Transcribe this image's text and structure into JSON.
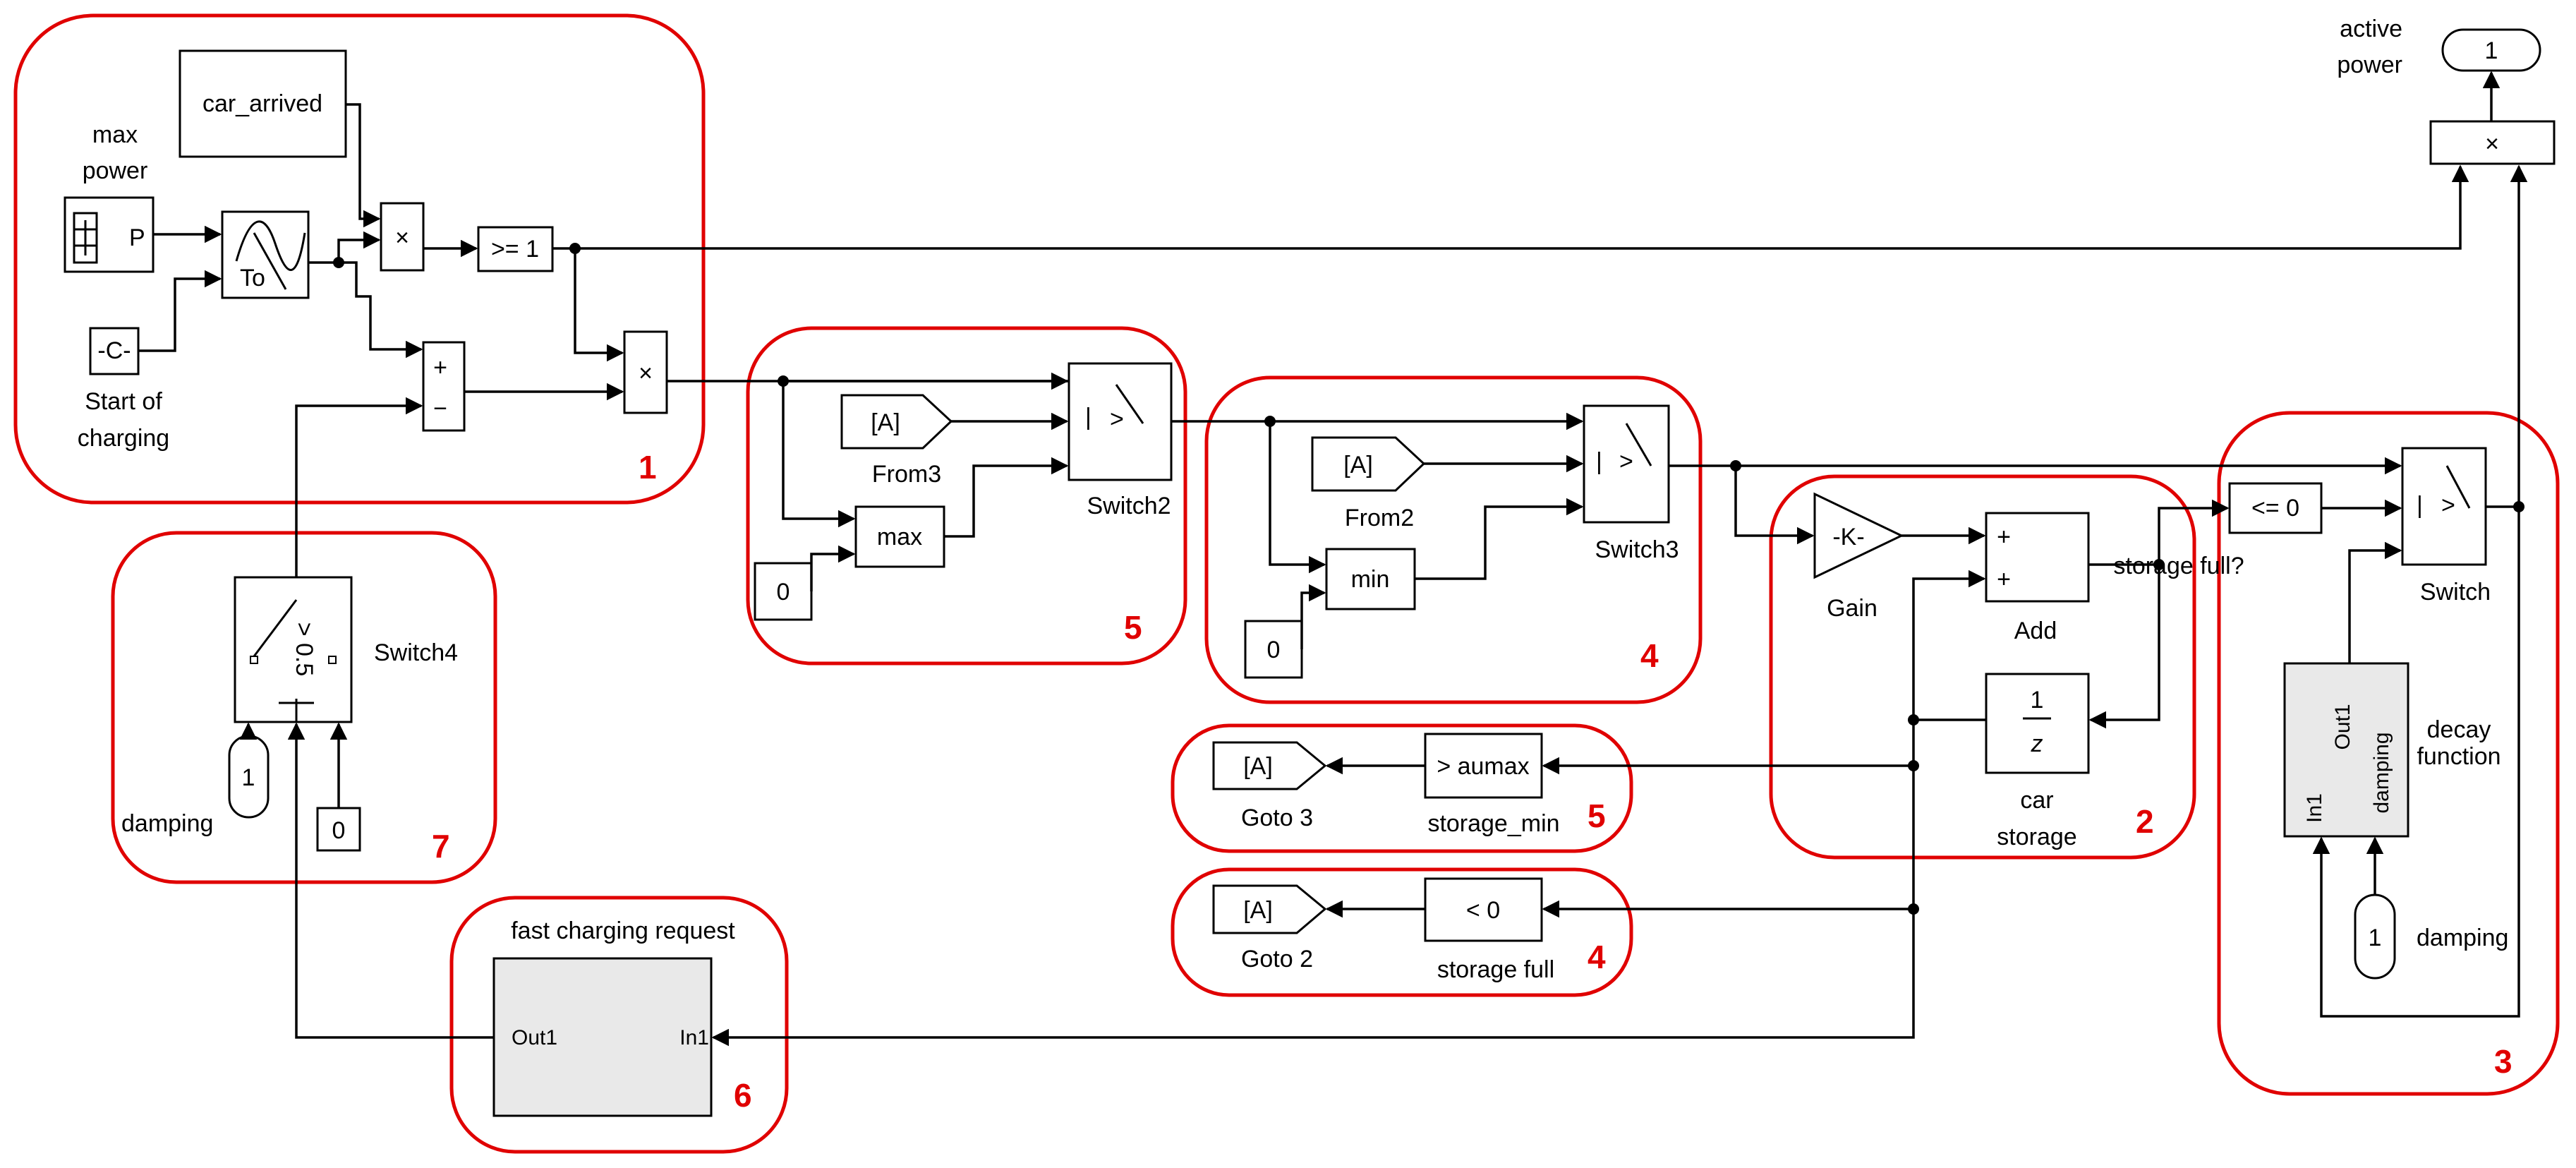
{
  "regions": [
    "1",
    "2",
    "3",
    "4",
    "4",
    "5",
    "5",
    "6",
    "7"
  ],
  "blocks": {
    "car_arrived": "car_arrived",
    "max_power_label": [
      "max",
      "power"
    ],
    "max_power_port": "P",
    "lookup_label": "To",
    "constant_c": "-C-",
    "start_label": [
      "Start of",
      "charging"
    ],
    "product": "×",
    "compare_ge1": ">= 1",
    "sum_plus": "+",
    "sum_minus": "−",
    "from3_tag": "[A]",
    "from3_label": "From3",
    "max_label": "max",
    "zero": "0",
    "switch2": "Switch2",
    "switch_gt": ">",
    "from2_tag": "[A]",
    "from2_label": "From2",
    "min_label": "min",
    "switch3": "Switch3",
    "gain_k": "-K-",
    "gain_label": "Gain",
    "add_label": "Add",
    "delay_num": "1",
    "delay_den": "z",
    "car_storage": [
      "car",
      "storage"
    ],
    "storage_full_q": "storage full?",
    "le0": "<= 0",
    "switch": "Switch",
    "decay_label": [
      "decay",
      "function"
    ],
    "decay_out": "Out1",
    "decay_damp": "damping",
    "decay_in": "In1",
    "damping": "damping",
    "one": "1",
    "active_power": [
      "active",
      "power"
    ],
    "goto3_tag": "[A]",
    "goto3_label": "Goto 3",
    "aumax": "> aumax",
    "storage_min": "storage_min",
    "goto2_tag": "[A]",
    "goto2_label": "Goto 2",
    "lt0": "< 0",
    "storage_full": "storage full",
    "fast_charging": "fast charging request",
    "out1": "Out1",
    "in1": "In1",
    "switch4": "Switch4",
    "switch4_thresh": "> 0.5"
  }
}
